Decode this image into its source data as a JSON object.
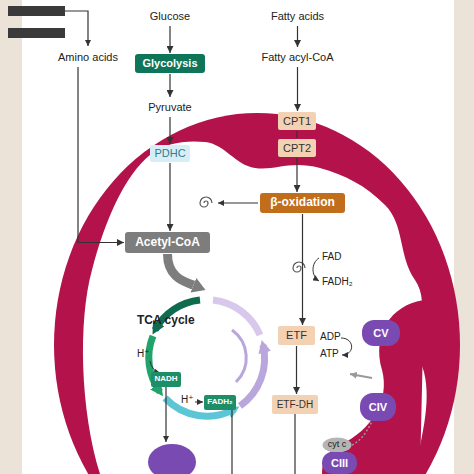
{
  "diagram": {
    "nodes": [
      {
        "text": [
          "Glucose"
        ]
      },
      {
        "text": [
          "Fatty acids"
        ]
      },
      {
        "text": [
          "Amino acids"
        ]
      },
      {
        "text": [
          "Glycolysis"
        ]
      },
      {
        "text": [
          "Fatty acyl-CoA"
        ]
      },
      {
        "text": [
          "Pyruvate"
        ]
      },
      {
        "text": [
          "CPT1"
        ]
      },
      {
        "text": [
          "CPT2"
        ]
      },
      {
        "text": [
          "PDHC"
        ]
      },
      {
        "text": [
          "β-oxidation"
        ]
      },
      {
        "text": [
          "Acetyl-CoA"
        ]
      },
      {
        "text": [
          "TCA cycle"
        ]
      },
      {
        "text": [
          "NADH"
        ],
        "in": 11
      },
      {
        "text": [
          "FADH₂"
        ],
        "in": 11
      },
      {
        "text": [
          "ETF"
        ]
      },
      {
        "text": [
          "ETF-DH"
        ]
      },
      {
        "text": [
          "CV"
        ]
      },
      {
        "text": [
          "CIV"
        ]
      },
      {
        "text": [
          "cyt c"
        ]
      },
      {
        "text": [
          "CIII"
        ]
      }
    ],
    "edges": [
      {
        "from": 0,
        "to": 3,
        "arrow": "to"
      },
      {
        "from": 3,
        "to": 5,
        "arrow": "to"
      },
      {
        "from": 5,
        "to": 8,
        "arrow": "to"
      },
      {
        "from": 8,
        "to": 10,
        "arrow": "to"
      },
      {
        "from": 2,
        "to": 10,
        "arrow": "to"
      },
      {
        "from": 1,
        "to": 4,
        "arrow": "to"
      },
      {
        "from": 4,
        "to": 6,
        "arrow": "to"
      },
      {
        "from": 6,
        "to": 7,
        "arrow": "none"
      },
      {
        "from": 7,
        "to": 9,
        "arrow": "to"
      },
      {
        "from": 9,
        "to": 14,
        "arrow": "to"
      },
      {
        "from": 14,
        "to": 15,
        "arrow": "to"
      },
      {
        "from": 10,
        "to": 11,
        "arrow": "to"
      }
    ],
    "labels": [
      "FAD",
      "FADH₂",
      "ADP",
      "H⁺",
      "ATP",
      "H⁺"
    ]
  }
}
